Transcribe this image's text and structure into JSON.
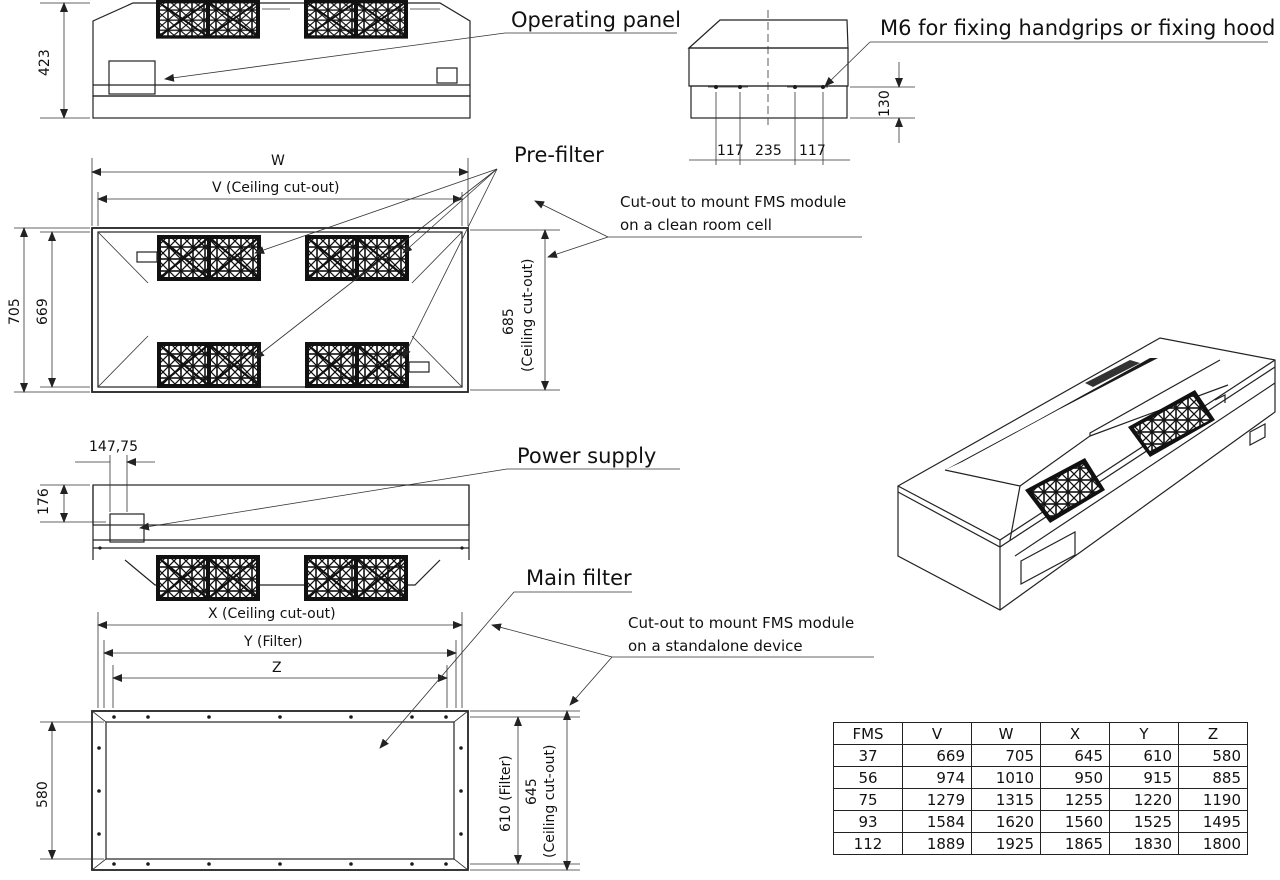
{
  "labels": {
    "operating_panel": "Operating panel",
    "m6_fixing": "M6 for fixing handgrips or fixing hood",
    "pre_filter": "Pre-filter",
    "cutout_clean_1": "Cut-out to mount FMS module",
    "cutout_clean_2": "on a clean room cell",
    "power_supply": "Power supply",
    "main_filter": "Main filter",
    "cutout_standalone_1": "Cut-out to mount FMS module",
    "cutout_standalone_2": "on a standalone device"
  },
  "dimensions": {
    "h423": "423",
    "d117a": "117",
    "d235": "235",
    "d117b": "117",
    "d130": "130",
    "w": "W",
    "v": "V (Ceiling cut-out)",
    "d705": "705",
    "d669": "669",
    "d685_1": "685",
    "d685_2": "(Ceiling cut-out)",
    "d147": "147,75",
    "d176": "176",
    "x": "X (Ceiling cut-out)",
    "y": "Y (Filter)",
    "z": "Z",
    "d580": "580",
    "d610": "610 (Filter)",
    "d645_1": "645",
    "d645_2": "(Ceiling cut-out)"
  },
  "table": {
    "headers": [
      "FMS",
      "V",
      "W",
      "X",
      "Y",
      "Z"
    ],
    "rows": [
      [
        "37",
        "669",
        "705",
        "645",
        "610",
        "580"
      ],
      [
        "56",
        "974",
        "1010",
        "950",
        "915",
        "885"
      ],
      [
        "75",
        "1279",
        "1315",
        "1255",
        "1220",
        "1190"
      ],
      [
        "93",
        "1584",
        "1620",
        "1560",
        "1525",
        "1495"
      ],
      [
        "112",
        "1889",
        "1925",
        "1865",
        "1830",
        "1800"
      ]
    ]
  }
}
